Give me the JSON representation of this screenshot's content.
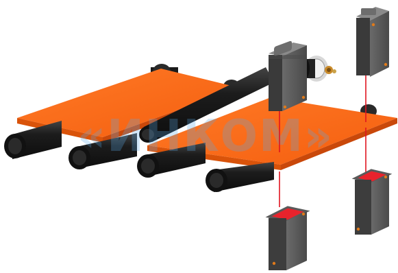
{
  "watermark": {
    "text": "«ИНКОМ»",
    "color": "#5aa9e6"
  },
  "colors": {
    "plate_top": "#ff6a1a",
    "plate_edge": "#d9530a",
    "roller": "#1c1c1c",
    "roller_hi": "#3a3a3a",
    "sensor_body": "#5f5f5f",
    "sensor_dark": "#3d3d3d",
    "sensor_light": "#7a7a7a",
    "laser": "#e0141f",
    "window": "#e8232c",
    "screw": "#e07a1a"
  },
  "icons": [
    "roller",
    "sensor-top-left",
    "sensor-top-right",
    "sensor-bottom-left",
    "sensor-bottom-right",
    "encoder"
  ]
}
